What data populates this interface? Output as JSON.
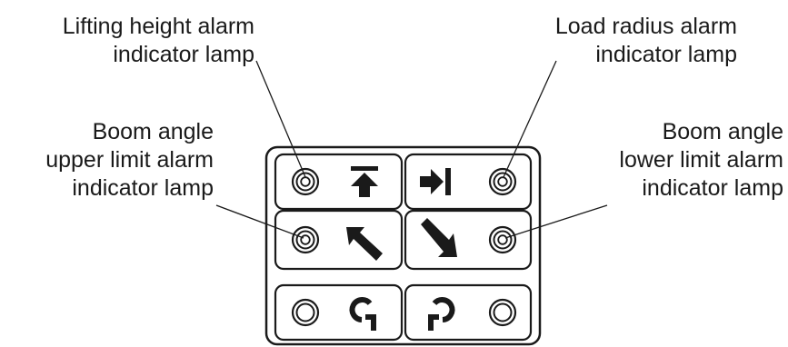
{
  "callouts": {
    "lifting_height": {
      "line1": "Lifting height alarm",
      "line2": "indicator lamp"
    },
    "load_radius": {
      "line1": "Load radius alarm",
      "line2": "indicator lamp"
    },
    "boom_upper": {
      "line1": "Boom angle",
      "line2": "upper limit alarm",
      "line3": "indicator lamp"
    },
    "boom_lower": {
      "line1": "Boom angle",
      "line2": "lower limit alarm",
      "line3": "indicator lamp"
    }
  },
  "panel": {
    "rows": [
      {
        "left_icon": "lifting-height-icon",
        "right_icon": "load-radius-icon"
      },
      {
        "left_icon": "boom-raise-icon",
        "right_icon": "boom-lower-icon"
      },
      {
        "left_icon": "swing-left-icon",
        "right_icon": "swing-right-icon"
      }
    ]
  },
  "colors": {
    "ink": "#1a1a1a",
    "background": "#ffffff"
  }
}
